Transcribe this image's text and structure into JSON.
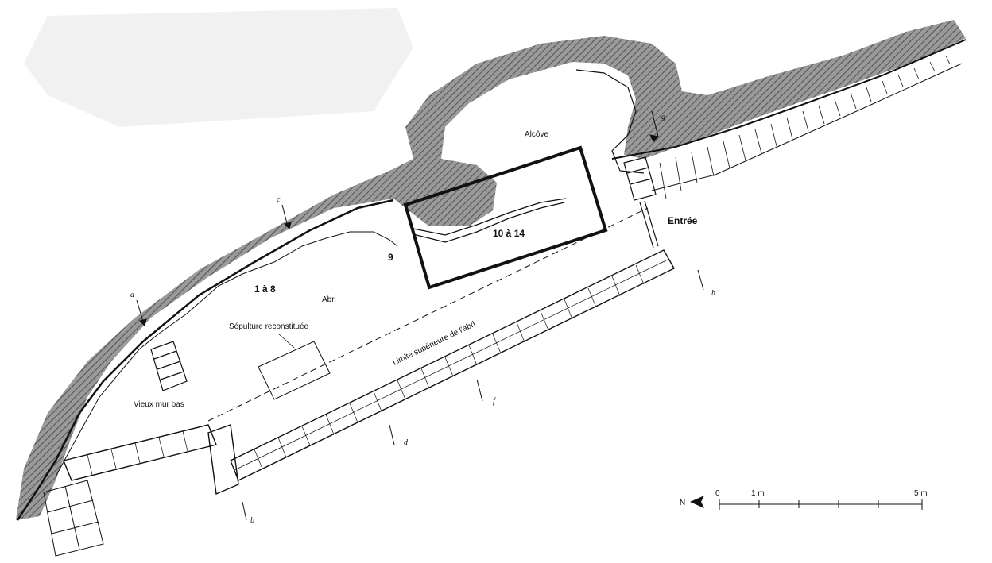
{
  "labels": {
    "alcove": "Alcôve",
    "entry": "Entrée",
    "zone_10_14": "10 à 14",
    "zone_1_8": "1 à 8",
    "zone_9": "9",
    "abri": "Abri",
    "sepulture": "Sépulture reconstituée",
    "vieux_mur": "Vieux mur bas",
    "limite": "Limite supérieure de l'abri"
  },
  "section_marks": {
    "a": "a",
    "b": "b",
    "c": "c",
    "d": "d",
    "f": "f",
    "g": "g",
    "h": "h"
  },
  "scale": {
    "zero": "0",
    "one": "1 m",
    "five": "5 m",
    "north": "N"
  },
  "colors": {
    "rock": "#8a8a8a",
    "ink": "#111111",
    "paper": "#ffffff"
  }
}
